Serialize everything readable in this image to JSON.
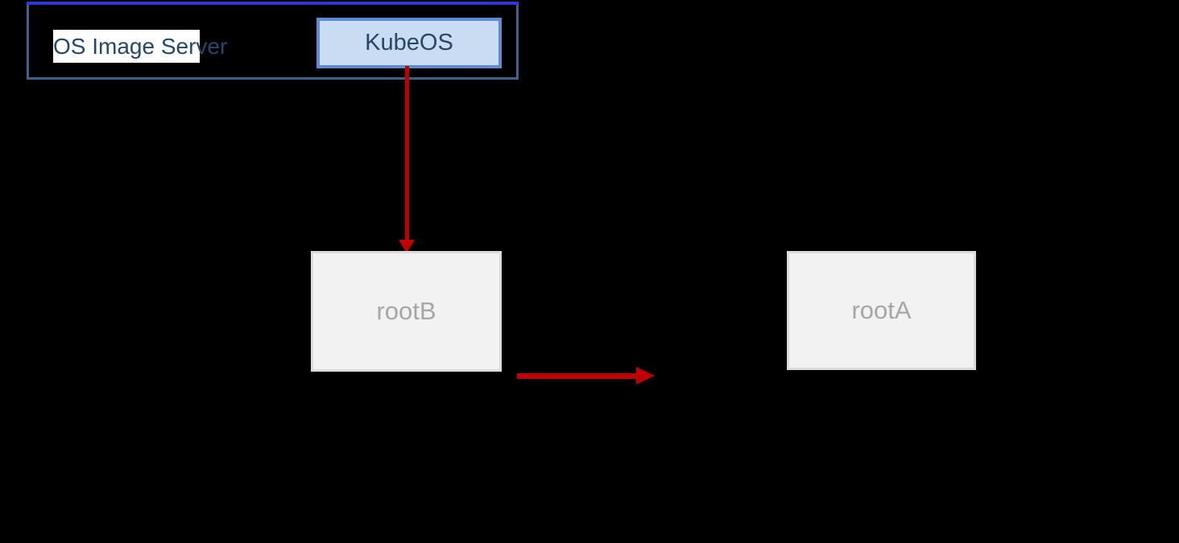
{
  "diagram": {
    "os_image_server": {
      "label": "OS Image Server"
    },
    "kubeos": {
      "label": "KubeOS"
    },
    "rootB": {
      "label": "rootB"
    },
    "rootA": {
      "label": "rootA"
    },
    "edges": [
      {
        "from": "KubeOS",
        "to": "rootB",
        "style": "red-arrow-down"
      },
      {
        "from": "rootB",
        "to": "rootA",
        "style": "red-arrow-right"
      }
    ]
  },
  "colors": {
    "background": "#000000",
    "outer_box_border": "#3E618D",
    "outer_box_top_edge": "#2B3AD5",
    "label_background": "#FFFFFF",
    "dark_blue_text": "#25476B",
    "kubeos_fill": "#C9DCF1",
    "kubeos_border": "#5E8CD4",
    "node_fill": "#F2F2F2",
    "node_border": "#DBDBDB",
    "node_text": "#A6A6A6",
    "arrow_red": "#C00000"
  }
}
